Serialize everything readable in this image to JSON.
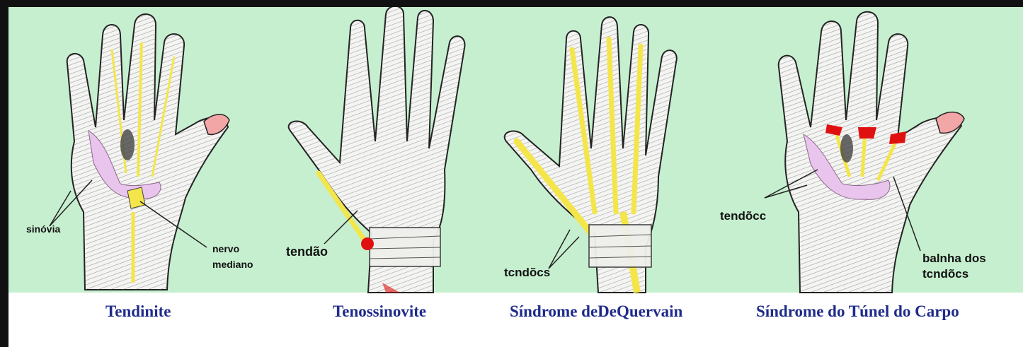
{
  "colors": {
    "background_green": "#c6efcf",
    "frame_dark": "#111111",
    "caption_blue": "#1f2b8a",
    "tendon_yellow": "#f4e64a",
    "synovia_pink": "#e9c4ec",
    "inflammation_red": "#e01010",
    "nail_pink": "#f2a6a6"
  },
  "panels": [
    {
      "caption": "Tendinite",
      "labels": [
        "sinóvia",
        "nervo",
        "mediano"
      ]
    },
    {
      "caption": "Tenossinovite",
      "labels": [
        "tendão"
      ]
    },
    {
      "caption": "Síndrome deDeQuervain",
      "labels": [
        "tcndõcs"
      ]
    },
    {
      "caption": "Síndrome do Túnel do Carpo",
      "labels": [
        "tendõcc",
        "balnha dos",
        "tcndõcs"
      ]
    }
  ]
}
